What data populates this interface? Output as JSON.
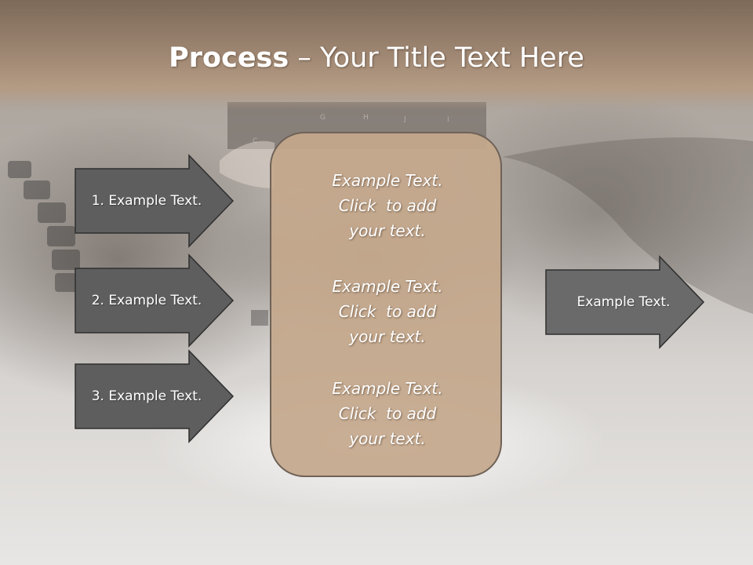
{
  "slide": {
    "title_bold": "Process",
    "title_rest": " – Your Title Text Here"
  },
  "left_arrows": [
    {
      "label": "1. Example Text."
    },
    {
      "label": "2. Example Text."
    },
    {
      "label": "3. Example Text."
    }
  ],
  "center_box": {
    "blocks": [
      {
        "lines": [
          "Example Text.",
          "Click  to add",
          "your text."
        ]
      },
      {
        "lines": [
          "Example Text.",
          "Click  to add",
          "your text."
        ]
      },
      {
        "lines": [
          "Example Text.",
          "Click  to add",
          "your text."
        ]
      }
    ]
  },
  "right_arrow": {
    "label": "Example Text."
  },
  "colors": {
    "arrow_fill": "#5e5e5e",
    "right_arrow_fill": "#6a6a6a",
    "arrow_outline": "#2f2f2f",
    "center_fill": "#c4a88c",
    "title_band": "#9b8470"
  }
}
